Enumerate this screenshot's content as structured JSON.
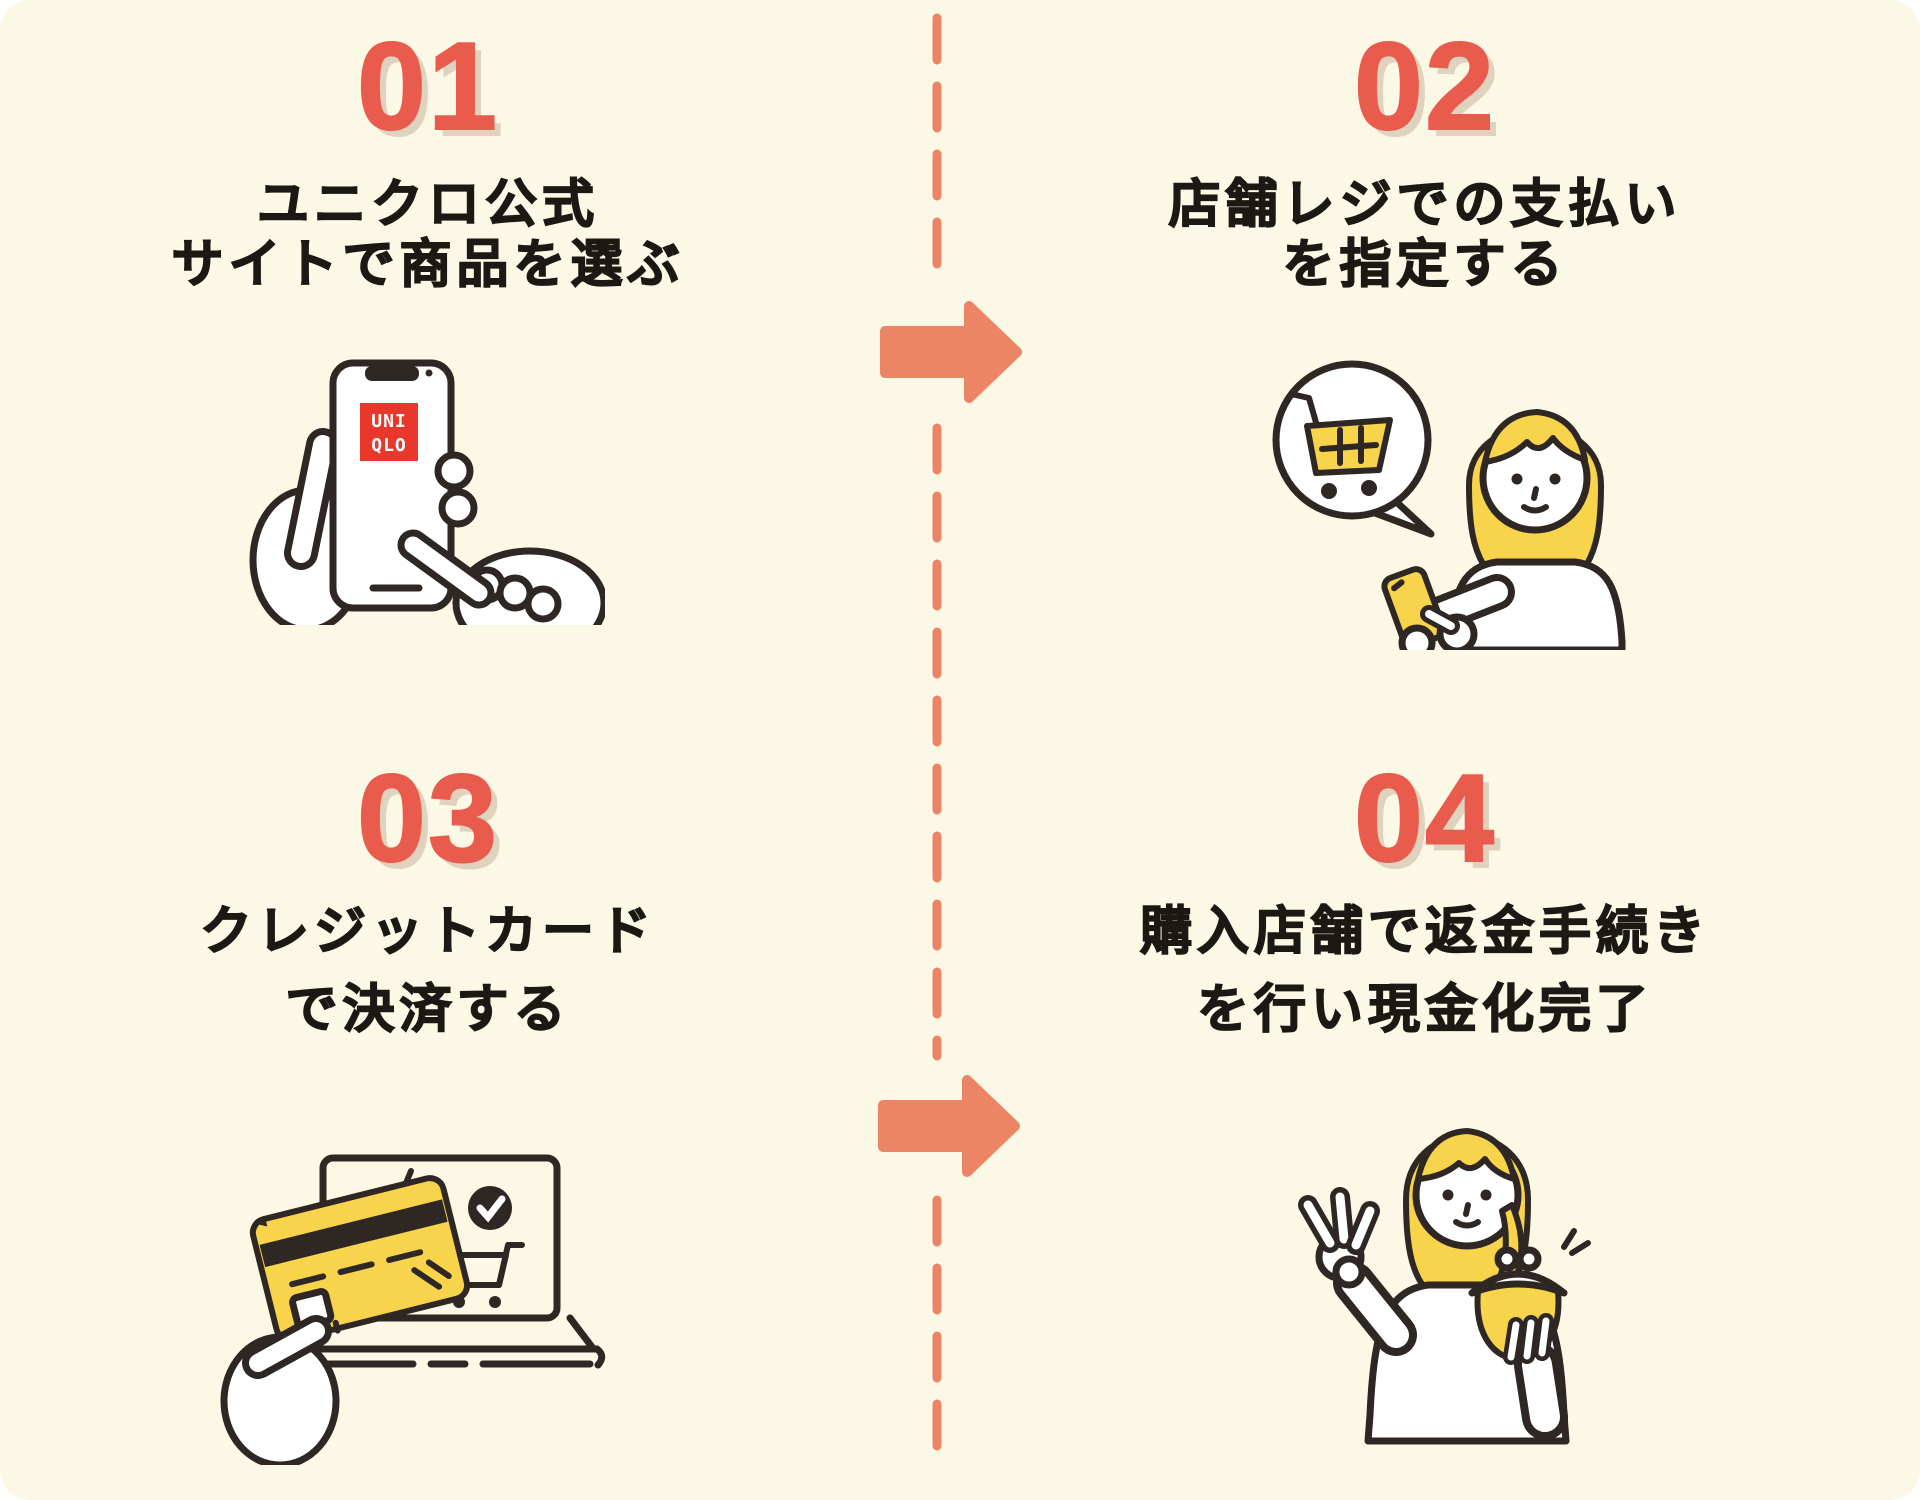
{
  "colors": {
    "bg": "#FCF8E6",
    "ink": "#2E2723",
    "text": "#1C1914",
    "red": "#E95C4D",
    "numShadow": "#DFD2BE",
    "coral": "#EB8566",
    "yellow": "#F8D44C",
    "white": "#FFFFFF",
    "logoRed": "#E8382C"
  },
  "steps": [
    {
      "number": "01",
      "title_lines": [
        "ユニクロ公式",
        "サイトで商品を選ぶ"
      ],
      "illustration": "hand-tapping-phone-with-uniqlo-app"
    },
    {
      "number": "02",
      "title_lines": [
        "店舗レジでの支払い",
        "を指定する"
      ],
      "illustration": "woman-choosing-store-payment-on-phone"
    },
    {
      "number": "03",
      "title_lines": [
        "クレジットカード",
        "で決済する"
      ],
      "illustration": "hand-holding-credit-card-at-laptop"
    },
    {
      "number": "04",
      "title_lines": [
        "購入店舗で返金手続き",
        "を行い現金化完了"
      ],
      "illustration": "woman-ok-sign-with-coin-purse"
    }
  ],
  "uniqlo_logo": {
    "line1": "UNI",
    "line2": "QLO"
  },
  "divider": {
    "type": "vertical-dashed-line",
    "arrow_count": 2
  }
}
